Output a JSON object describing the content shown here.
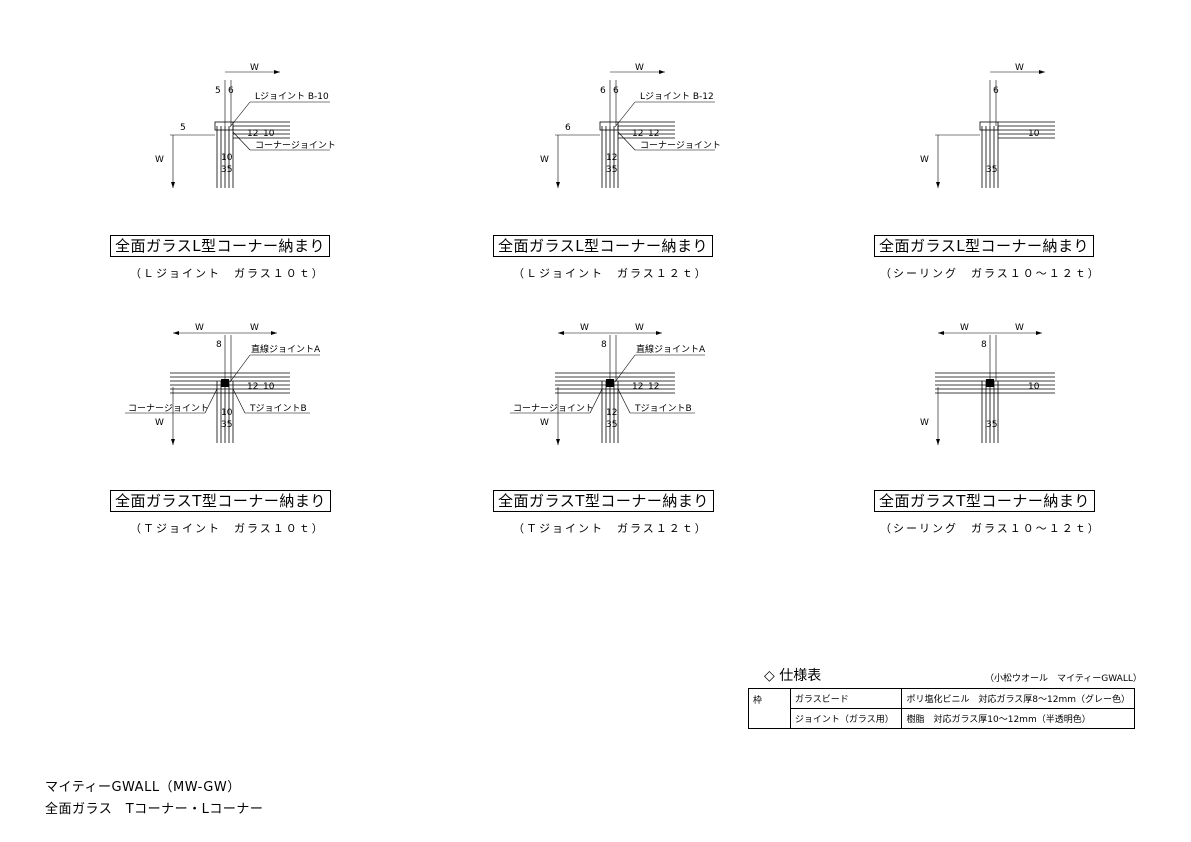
{
  "details": [
    {
      "type": "L",
      "title": "全面ガラスL型コーナー納まり",
      "subtitle": "（Ｌジョイント　ガラス１０ｔ）",
      "dims": {
        "w": "W",
        "a": "5",
        "b": "6",
        "side": "5",
        "joint_w": "12",
        "glass": "10",
        "depth": "35"
      },
      "callouts": [
        "Lジョイント B-10",
        "コーナージョイント"
      ]
    },
    {
      "type": "L",
      "title": "全面ガラスL型コーナー納まり",
      "subtitle": "（Ｌジョイント　ガラス１２ｔ）",
      "dims": {
        "w": "W",
        "a": "6",
        "b": "6",
        "side": "6",
        "joint_w": "12",
        "glass": "12",
        "depth": "35"
      },
      "callouts": [
        "Lジョイント B-12",
        "コーナージョイント"
      ]
    },
    {
      "type": "L",
      "title": "全面ガラスL型コーナー納まり",
      "subtitle": "（シーリング　ガラス１０～１２ｔ）",
      "dims": {
        "w": "W",
        "a": "",
        "b": "6",
        "side": "",
        "joint_w": "",
        "glass": "10",
        "depth": "35"
      },
      "callouts": []
    },
    {
      "type": "T",
      "title": "全面ガラスT型コーナー納まり",
      "subtitle": "（Ｔジョイント　ガラス１０ｔ）",
      "dims": {
        "w": "W",
        "a": "8",
        "b": "",
        "side": "",
        "joint_w": "12",
        "glass": "10",
        "depth": "35"
      },
      "callouts": [
        "直線ジョイントA",
        "コーナージョイント",
        "TジョイントB"
      ]
    },
    {
      "type": "T",
      "title": "全面ガラスT型コーナー納まり",
      "subtitle": "（Ｔジョイント　ガラス１２ｔ）",
      "dims": {
        "w": "W",
        "a": "8",
        "b": "",
        "side": "",
        "joint_w": "12",
        "glass": "12",
        "depth": "35"
      },
      "callouts": [
        "直線ジョイントA",
        "コーナージョイント",
        "TジョイントB"
      ]
    },
    {
      "type": "T",
      "title": "全面ガラスT型コーナー納まり",
      "subtitle": "（シーリング　ガラス１０～１２ｔ）",
      "dims": {
        "w": "W",
        "a": "8",
        "b": "",
        "side": "",
        "joint_w": "",
        "glass": "10",
        "depth": "35"
      },
      "callouts": []
    }
  ],
  "spec": {
    "title": "◇ 仕様表",
    "maker": "（小松ウオール　マイティーGWALL）",
    "rows": [
      {
        "group": "枠",
        "item": "ガラスビード",
        "desc": "ポリ塩化ビニル　対応ガラス厚8～12mm（グレー色）"
      },
      {
        "group": "",
        "item": "ジョイント（ガラス用）",
        "desc": "樹脂　対応ガラス厚10～12mm（半透明色）"
      }
    ]
  },
  "footer": {
    "line1": "マイティーGWALL（MW-GW）",
    "line2": "全面ガラス　Tコーナー・Lコーナー"
  }
}
